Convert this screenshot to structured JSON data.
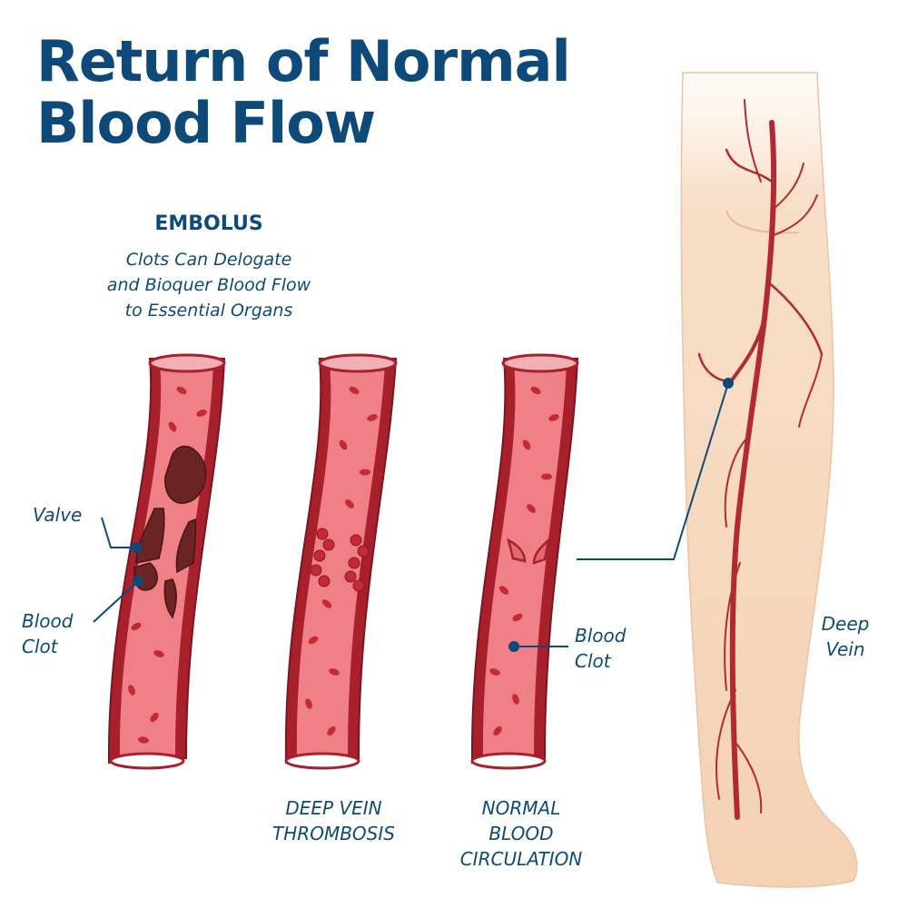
{
  "title": {
    "line1": "Return of Normal",
    "line2": "Blood Flow"
  },
  "embolus": {
    "heading": "EMBOLUS",
    "description": [
      "Clots Can Delogate",
      "and Bioquer Blood Flow",
      "to Essential Organs"
    ]
  },
  "labels": {
    "valve": "Valve",
    "blood_clot_left": [
      "Blood",
      "Clot"
    ],
    "blood_clot_right": [
      "Blood",
      "Clot"
    ],
    "dvt": [
      "DEEP VEIN",
      "THROMBOSIS"
    ],
    "normal": [
      "NORMAL",
      "BLOOD",
      "CIRCULATION"
    ],
    "deep_vein": [
      "Deep",
      "Vein"
    ]
  },
  "colors": {
    "navy": "#0d4a7a",
    "vessel_wall": "#a8202c",
    "vessel_inner": "#f08088",
    "blood_cell": "#c42a36",
    "clot": "#6a2424",
    "skin": "#f6d7bd",
    "vein": "#b02a34"
  }
}
